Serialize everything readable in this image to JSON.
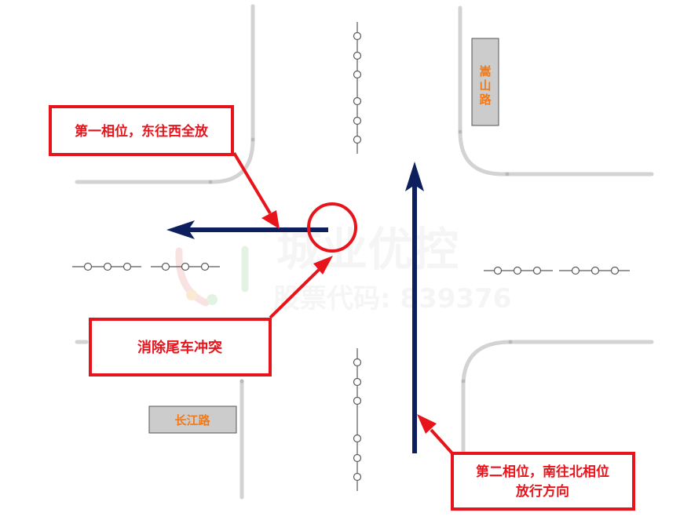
{
  "colors": {
    "road_edge": "#d3d3d3",
    "lane_marker": "#5a5a5a",
    "arrow": "#0d1f5c",
    "callout": "#e8141c",
    "street_sign_fill": "#cccccc",
    "street_sign_text": "#f07a18",
    "watermark": "#eeeeee"
  },
  "callouts": {
    "phase_one": "第一相位，东往西全放",
    "conflict": "消除尾车冲突",
    "phase_two_line1": "第二相位，南往北相位",
    "phase_two_line2": "放行方向"
  },
  "streets": {
    "songshan": [
      "嵩",
      "山",
      "路"
    ],
    "changjiang": "长江路"
  },
  "watermark": {
    "line1": "城业优控",
    "line2": "股票代码: 839376"
  },
  "arrows": [
    {
      "name": "east-to-west",
      "direction": "west"
    },
    {
      "name": "south-to-north",
      "direction": "north"
    }
  ]
}
